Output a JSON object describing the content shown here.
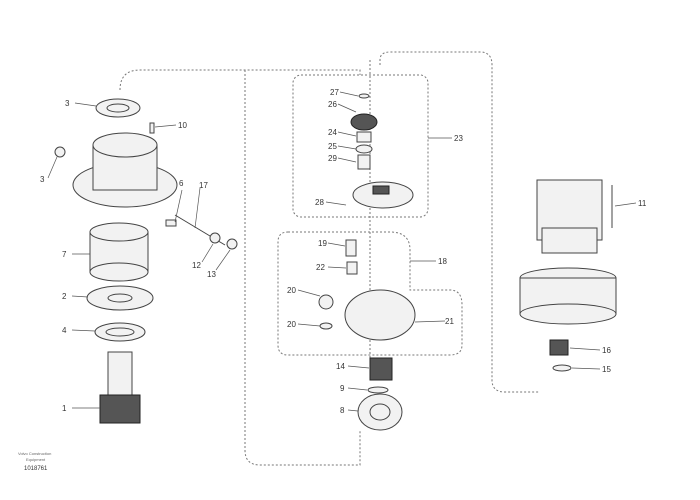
{
  "diagram": {
    "left_group": [
      "3",
      "10",
      "3",
      "6",
      "17",
      "7",
      "12",
      "13",
      "2",
      "4",
      "1"
    ],
    "middle_group": [
      "27",
      "26",
      "24",
      "25",
      "29",
      "28",
      "23",
      "19",
      "22",
      "18",
      "20",
      "20",
      "21",
      "14",
      "9",
      "8"
    ],
    "right_group": [
      "11",
      "16",
      "15"
    ]
  },
  "footer": {
    "line1": "Volvo Construction",
    "line2": "Equipment",
    "number": "1018761"
  }
}
